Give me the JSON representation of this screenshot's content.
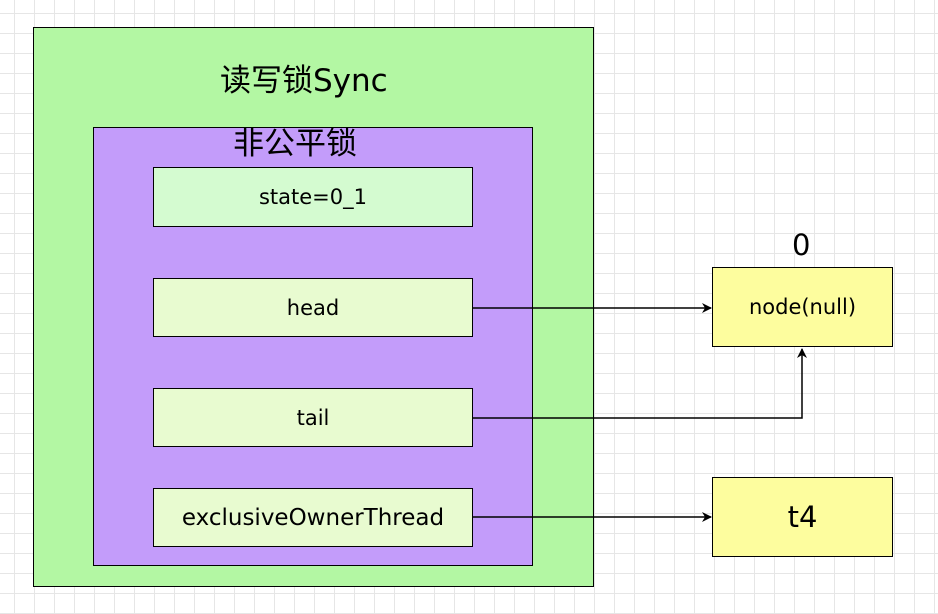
{
  "diagram": {
    "outer": {
      "title": "读写锁Sync",
      "fill": "#b3f7a3"
    },
    "inner": {
      "title": "非公平锁",
      "fill": "#c39cfa"
    },
    "fields": {
      "state": "state=0_1",
      "head": "head",
      "tail": "tail",
      "owner": "exclusiveOwnerThread"
    },
    "node": {
      "index": "0",
      "label": "node(null)",
      "fill": "#fdfd9e"
    },
    "thread": {
      "label": "t4",
      "fill": "#fdfd9e"
    },
    "field_fill": "#e8fbd0"
  }
}
